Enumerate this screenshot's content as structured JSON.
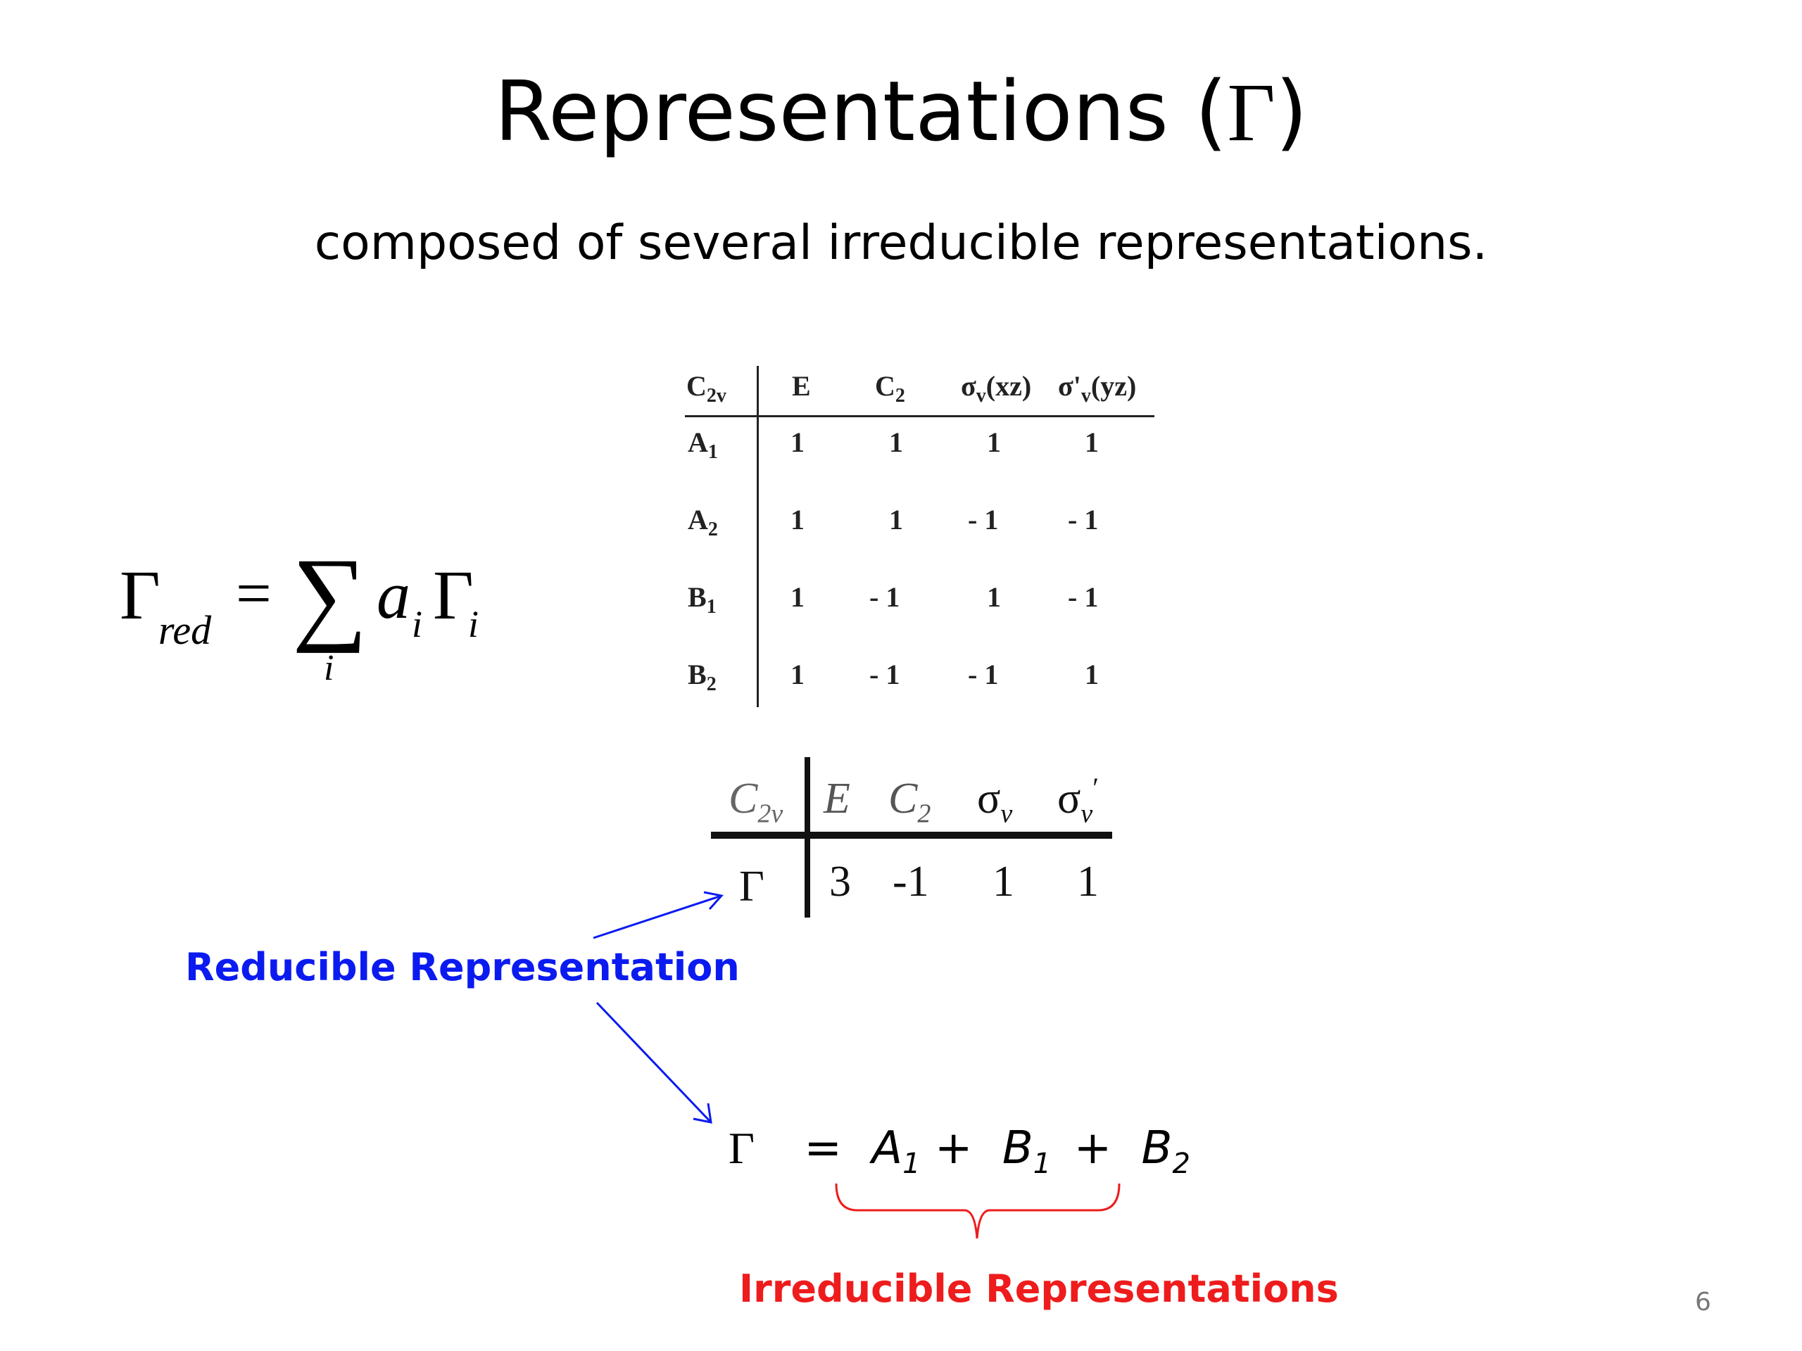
{
  "slide": {
    "title": "Representations (",
    "title_symbol": "Γ",
    "title_close": ")",
    "subtitle": "composed of several irreducible representations.",
    "page_number": "6"
  },
  "formula": {
    "lhs": "Γ",
    "lhs_sub": "red",
    "equals": "=",
    "sum": "∑",
    "sum_index": "i",
    "coef": "a",
    "coef_sub": "i",
    "term": "Γ",
    "term_sub": "i"
  },
  "character_table": {
    "group": "C",
    "group_sub": "2v",
    "headers": [
      "E",
      "C",
      "σ",
      "σ'"
    ],
    "header_subs": [
      "",
      "2",
      "v",
      "v"
    ],
    "header_suffix": [
      "",
      "",
      "(xz)",
      "(yz)"
    ],
    "rows": [
      {
        "label": "A",
        "label_sub": "1",
        "values": [
          "1",
          "1",
          "1",
          "1"
        ]
      },
      {
        "label": "A",
        "label_sub": "2",
        "values": [
          "1",
          "1",
          "- 1",
          "- 1"
        ]
      },
      {
        "label": "B",
        "label_sub": "1",
        "values": [
          "1",
          "- 1",
          "1",
          "- 1"
        ]
      },
      {
        "label": "B",
        "label_sub": "2",
        "values": [
          "1",
          "- 1",
          "- 1",
          "1"
        ]
      }
    ]
  },
  "reducible_table": {
    "group": "C",
    "group_sub": "2v",
    "headers": [
      "E",
      "C",
      "σ",
      "σ"
    ],
    "header_subs": [
      "",
      "2",
      "v",
      "v"
    ],
    "prime": "′",
    "row_label": "Γ",
    "values": [
      "3",
      "-1",
      "1",
      "1"
    ]
  },
  "labels": {
    "reducible": "Reducible Representation",
    "irreducible": "Irreducible Representations"
  },
  "decomposition": {
    "gamma": "Γ",
    "equals": "=",
    "terms": [
      {
        "label": "A",
        "sub": "1"
      },
      {
        "label": "B",
        "sub": "1"
      },
      {
        "label": "B",
        "sub": "2"
      }
    ],
    "plus": "+"
  },
  "colors": {
    "blue_label": "#0b1bf0",
    "red_label": "#ee1c1c",
    "arrow": "#0b1bf0",
    "brace": "#ee1c1c"
  }
}
